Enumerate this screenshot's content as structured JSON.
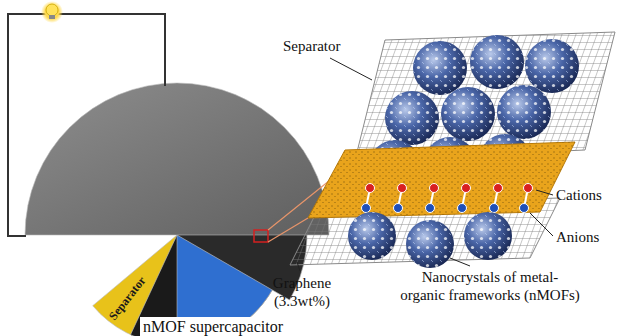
{
  "diagram": {
    "labels": [
      "Separator",
      "Cations",
      "Anions",
      "Graphene (3.3wt%)",
      "Nanocrystals of metal-organic frameworks (nMOFs)",
      "Separator",
      "nMOF supercapacitor"
    ]
  }
}
